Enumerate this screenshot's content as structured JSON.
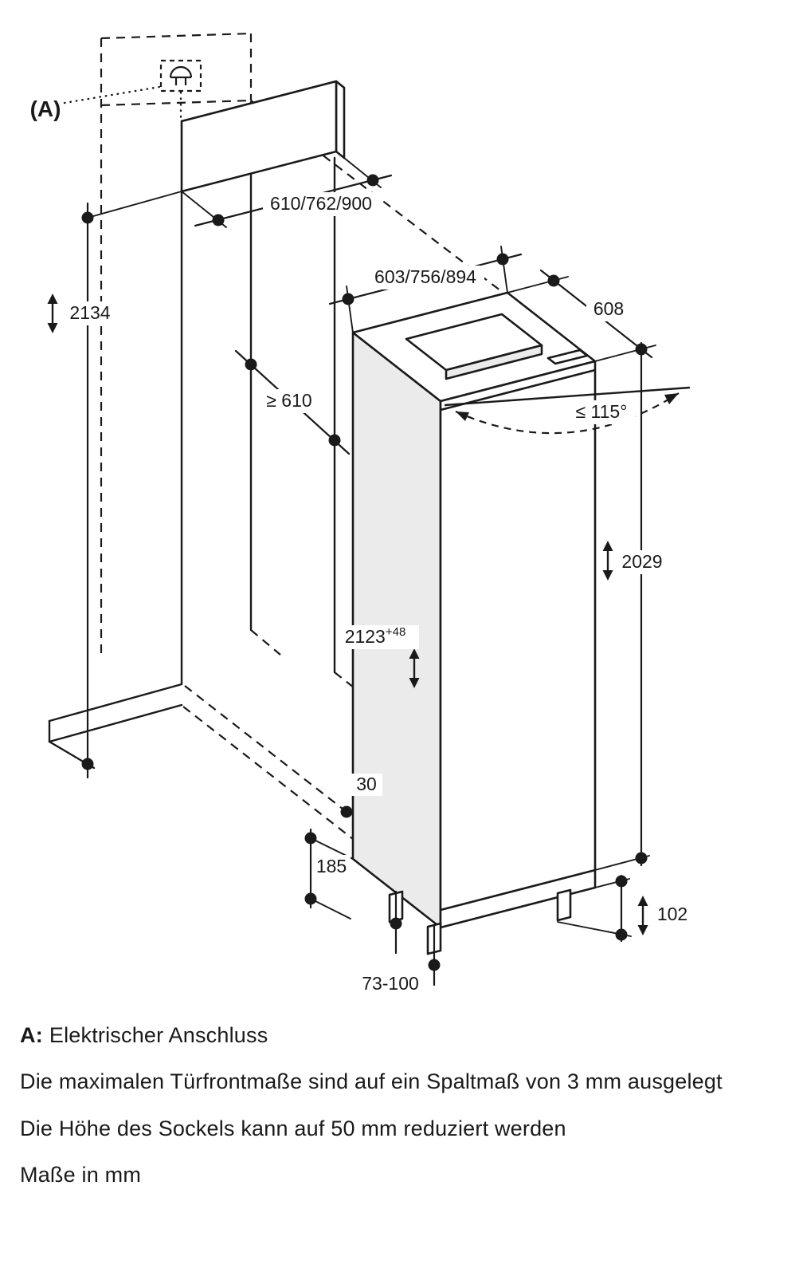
{
  "colors": {
    "ink": "#1a1a1a",
    "surface_gray": "#ebebeb"
  },
  "diagram": {
    "marker_a": "(A)",
    "dimensions": {
      "panel_width": "610/762/900",
      "niche_width": "603/756/894",
      "depth": "608",
      "niche_height": "2134",
      "niche_depth": "≥ 610",
      "door_angle": "≤ 115°",
      "door_height": "2029",
      "appliance_height": "2123",
      "appliance_height_sup": "+48",
      "side_gap": "30",
      "plinth_recess": "185",
      "plinth_height": "102",
      "foot_range": "73-100"
    }
  },
  "notes": {
    "a_key": "A:",
    "a_value": "Elektrischer Anschluss",
    "note1": "Die maximalen Türfrontmaße sind auf ein Spaltmaß von 3 mm ausgelegt",
    "note2": "Die Höhe des Sockels kann auf 50 mm reduziert werden",
    "note3": "Maße in mm"
  }
}
